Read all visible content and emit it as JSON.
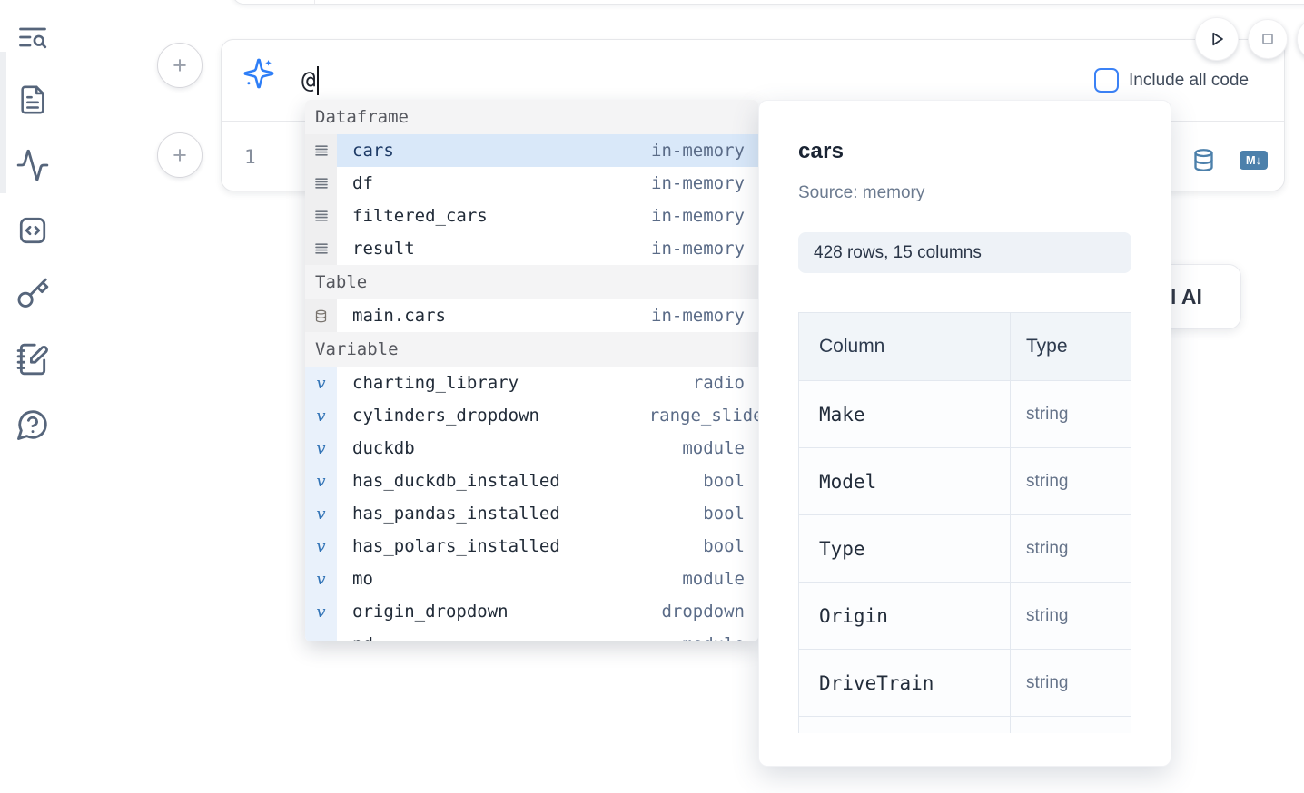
{
  "colors": {
    "accent_blue": "#3b82f6",
    "sparkle_blue": "#2e7ef7",
    "steel_blue": "#4c80ab",
    "sidebar_icon": "#56657b",
    "selection_bg": "#d9e8f9"
  },
  "sidebar": {
    "items": [
      {
        "icon": "table-of-contents-search-icon"
      },
      {
        "icon": "file-document-icon"
      },
      {
        "icon": "activity-icon"
      },
      {
        "icon": "code-square-icon"
      },
      {
        "icon": "key-icon"
      },
      {
        "icon": "scratchpad-notebook-pen-icon"
      },
      {
        "icon": "help-chat-question-icon"
      }
    ]
  },
  "ai_cell": {
    "prompt_value": "@",
    "include_all_code_label": "Include all code",
    "line_number": "1",
    "markdown_badge": "M↓"
  },
  "autocomplete": {
    "sections": [
      {
        "label": "Dataframe",
        "items": [
          {
            "name": "cars",
            "type": "in-memory",
            "icon": "rows-icon",
            "selected": true
          },
          {
            "name": "df",
            "type": "in-memory",
            "icon": "rows-icon"
          },
          {
            "name": "filtered_cars",
            "type": "in-memory",
            "icon": "rows-icon"
          },
          {
            "name": "result",
            "type": "in-memory",
            "icon": "rows-icon"
          }
        ]
      },
      {
        "label": "Table",
        "items": [
          {
            "name": "main.cars",
            "type": "in-memory",
            "icon": "database-icon"
          }
        ]
      },
      {
        "label": "Variable",
        "variable_glyph": "v",
        "items": [
          {
            "name": "charting_library",
            "type": "radio"
          },
          {
            "name": "cylinders_dropdown",
            "type": "range_slider"
          },
          {
            "name": "duckdb",
            "type": "module"
          },
          {
            "name": "has_duckdb_installed",
            "type": "bool"
          },
          {
            "name": "has_pandas_installed",
            "type": "bool"
          },
          {
            "name": "has_polars_installed",
            "type": "bool"
          },
          {
            "name": "mo",
            "type": "module"
          },
          {
            "name": "origin_dropdown",
            "type": "dropdown"
          },
          {
            "name": "pd",
            "type": "module"
          }
        ]
      }
    ]
  },
  "preview": {
    "title": "cars",
    "source": "Source: memory",
    "shape": "428 rows, 15 columns",
    "table": {
      "headers": [
        "Column",
        "Type"
      ],
      "rows": [
        {
          "column": "Make",
          "type": "string"
        },
        {
          "column": "Model",
          "type": "string"
        },
        {
          "column": "Type",
          "type": "string"
        },
        {
          "column": "Origin",
          "type": "string"
        },
        {
          "column": "DriveTrain",
          "type": "string"
        },
        {
          "column": "",
          "type": ""
        }
      ]
    }
  },
  "ai_card": {
    "visible_label": "l AI"
  }
}
